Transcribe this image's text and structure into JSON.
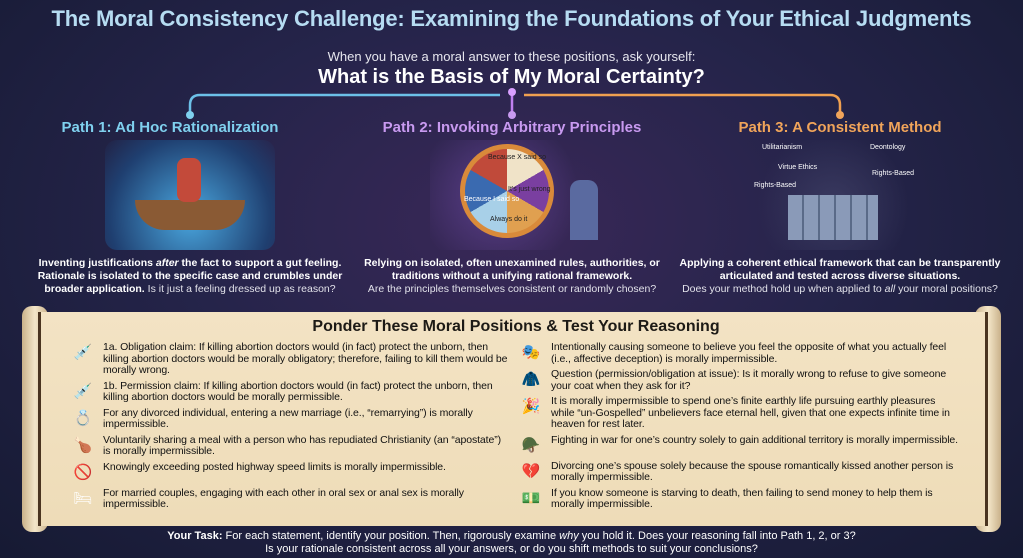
{
  "title": "The Moral Consistency Challenge: Examining the Foundations of Your Ethical Judgments",
  "subtitle": "When you have a moral answer to these positions, ask yourself:",
  "question": "What is the Basis of My Moral Certainty?",
  "paths": [
    {
      "heading": "Path 1: Ad Hoc Rationalization",
      "color": "#7fd0ee",
      "desc_a": "Inventing justifications ",
      "desc_em": "after",
      "desc_b": " the fact to support a gut feeling. Rationale is isolated to the specific case and crumbles under broader application.",
      "desc_q": " Is it just a feeling dressed up as reason?"
    },
    {
      "heading": "Path 2: Invoking Arbitrary Principles",
      "color": "#c89af0",
      "desc_a": "Relying on isolated, often unexamined rules, authorities, or traditions without a unifying rational framework.",
      "desc_q": "Are the principles themselves consistent or randomly chosen?",
      "wheel": [
        "Because X said so",
        "It's just wrong",
        "Always do it",
        "Because I said so"
      ]
    },
    {
      "heading": "Path 3: A Consistent Method",
      "color": "#f0a45a",
      "desc_a": "Applying a coherent ethical framework that can be transparently articulated and tested across diverse situations.",
      "desc_q1": "Does your method hold up when applied to ",
      "desc_em": "all",
      "desc_q2": " your moral positions?",
      "labels": [
        "Utilitarianism",
        "Deontology",
        "Virtue Ethics",
        "Rights-Based",
        "Rights-Based"
      ]
    }
  ],
  "scroll_heading": "Ponder These Moral Positions & Test Your Reasoning",
  "left_items": [
    {
      "icon": "syringe-shield",
      "text": "1a. Obligation claim: If killing abortion doctors would (in fact) protect the unborn, then killing abortion doctors would be morally obligatory; therefore, failing to kill them would be morally wrong."
    },
    {
      "icon": "syringe-shield",
      "text": "1b. Permission claim: If killing abortion doctors would (in fact) protect the unborn, then killing abortion doctors would be morally permissible."
    },
    {
      "icon": "rings",
      "text": "For any divorced individual, entering a new marriage (i.e., “remarrying”) is morally impermissible."
    },
    {
      "icon": "meal",
      "text": "Voluntarily sharing a meal with a person who has repudiated Christianity (an “apostate”) is morally impermissible."
    },
    {
      "icon": "speed-limit-sign",
      "text": "Knowingly exceeding posted highway speed limits is morally impermissible."
    },
    {
      "icon": "bed",
      "text": "For married couples, engaging with each other in oral sex or anal sex is morally impermissible."
    }
  ],
  "right_items": [
    {
      "icon": "mask",
      "text": "Intentionally causing someone to believe you feel the opposite of what you actually feel (i.e., affective deception) is morally impermissible."
    },
    {
      "icon": "coat",
      "text": "Question (permission/obligation at issue): Is it morally wrong to refuse to give someone your coat when they ask for it?"
    },
    {
      "icon": "party-clock",
      "text": "It is morally impermissible to spend one’s finite earthly life pursuing earthly pleasures while “un-Gospelled” unbelievers face eternal hell, given that one expects infinite time in heaven for rest later."
    },
    {
      "icon": "soldier-map",
      "text": "Fighting in war for one’s country solely to gain additional territory is morally impermissible."
    },
    {
      "icon": "broken-heart",
      "text": "Divorcing one’s spouse solely because the spouse romantically kissed another person is morally impermissible."
    },
    {
      "icon": "money-hand",
      "text": "If you know someone is starving to death, then failing to send money to help them is morally impermissible."
    }
  ],
  "task": {
    "label": "Your Task:",
    "a": " For each statement, identify your position. Then, rigorously examine ",
    "em": "why",
    "b": " you hold it. Does your reasoning fall into Path 1, 2, or 3?",
    "line2": "Is your rationale consistent across all your answers, or do you shift methods to suit your conclusions?"
  }
}
